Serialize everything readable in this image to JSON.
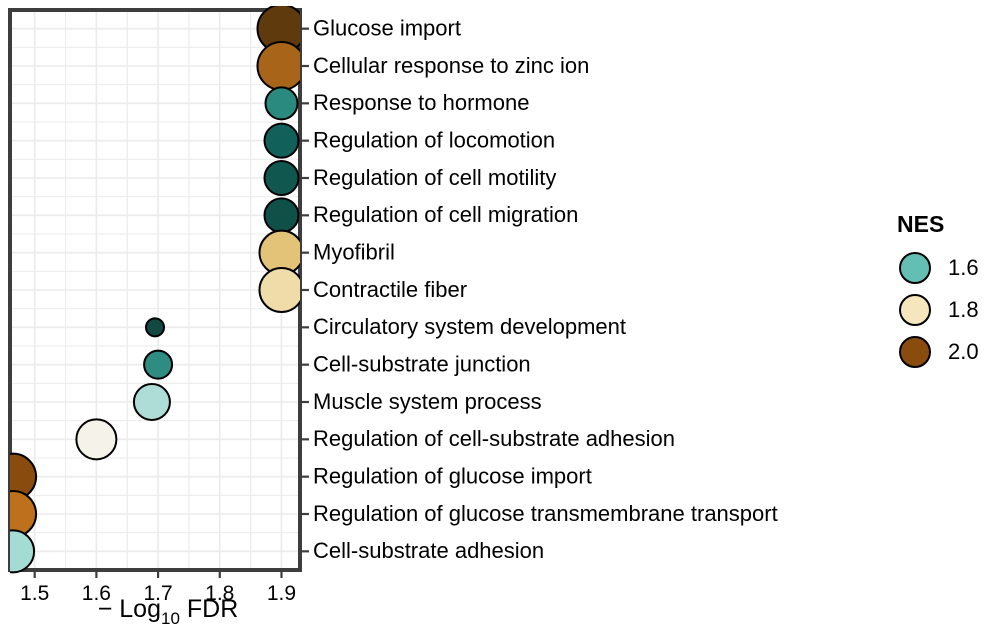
{
  "chart_data": {
    "type": "scatter",
    "title": "",
    "xlabel": "−Log10 FDR",
    "xlabel_parts": {
      "prefix": "− Log",
      "subscript": "10",
      "suffix": " FDR"
    },
    "ylabel": "",
    "xlim": [
      1.46,
      1.93
    ],
    "xticks": [
      1.5,
      1.6,
      1.7,
      1.8,
      1.9
    ],
    "xtick_labels": [
      "1.5",
      "1.6",
      "1.7",
      "1.8",
      "1.9"
    ],
    "grid": true,
    "legend": {
      "title": "NES",
      "position": "right",
      "entries": [
        {
          "value": "1.6",
          "color": "#63BFB4"
        },
        {
          "value": "1.8",
          "color": "#F6E6BE"
        },
        {
          "value": "2.0",
          "color": "#8A4B0F"
        }
      ]
    },
    "colorscale": [
      {
        "stop": 1.55,
        "color": "#A9DED6"
      },
      {
        "stop": 1.6,
        "color": "#63BFB4"
      },
      {
        "stop": 1.65,
        "color": "#2B8A80"
      },
      {
        "stop": 1.7,
        "color": "#12564E"
      },
      {
        "stop": 1.75,
        "color": "#F4F2E9"
      },
      {
        "stop": 1.8,
        "color": "#F0DCA8"
      },
      {
        "stop": 1.85,
        "color": "#E3C377"
      },
      {
        "stop": 1.95,
        "color": "#A8651A"
      },
      {
        "stop": 2.0,
        "color": "#5E3A0C"
      }
    ],
    "points": [
      {
        "label": "Glucose import",
        "x": 1.9,
        "nes": 2.02,
        "color": "#5E3A0C",
        "size": 24
      },
      {
        "label": "Cellular response to zinc ion",
        "x": 1.9,
        "nes": 1.96,
        "color": "#A8651A",
        "size": 24
      },
      {
        "label": "Response to hormone",
        "x": 1.9,
        "nes": 1.64,
        "color": "#2B8A80",
        "size": 16
      },
      {
        "label": "Regulation of locomotion",
        "x": 1.9,
        "nes": 1.69,
        "color": "#11605A",
        "size": 17
      },
      {
        "label": "Regulation of cell motility",
        "x": 1.9,
        "nes": 1.7,
        "color": "#10574F",
        "size": 17
      },
      {
        "label": "Regulation of cell migration",
        "x": 1.9,
        "nes": 1.7,
        "color": "#0F5049",
        "size": 17
      },
      {
        "label": "Myofibril",
        "x": 1.9,
        "nes": 1.85,
        "color": "#E3C377",
        "size": 22
      },
      {
        "label": "Contractile fiber",
        "x": 1.9,
        "nes": 1.82,
        "color": "#F0DCA8",
        "size": 22
      },
      {
        "label": "Circulatory system development",
        "x": 1.695,
        "nes": 1.72,
        "color": "#124A43",
        "size": 9
      },
      {
        "label": "Cell-substrate junction",
        "x": 1.7,
        "nes": 1.66,
        "color": "#2E8C82",
        "size": 14
      },
      {
        "label": "Muscle system process",
        "x": 1.69,
        "nes": 1.56,
        "color": "#ADDDD6",
        "size": 18
      },
      {
        "label": "Regulation of cell-substrate adhesion",
        "x": 1.6,
        "nes": 1.75,
        "color": "#F4F2E9",
        "size": 20
      },
      {
        "label": "Regulation of glucose import",
        "x": 1.465,
        "nes": 1.99,
        "color": "#8A4B0F",
        "size": 23
      },
      {
        "label": "Regulation of glucose transmembrane transport",
        "x": 1.465,
        "nes": 1.94,
        "color": "#BE711C",
        "size": 23
      },
      {
        "label": "Cell-substrate adhesion",
        "x": 1.465,
        "nes": 1.6,
        "color": "#A4DCD4",
        "size": 21
      }
    ]
  }
}
